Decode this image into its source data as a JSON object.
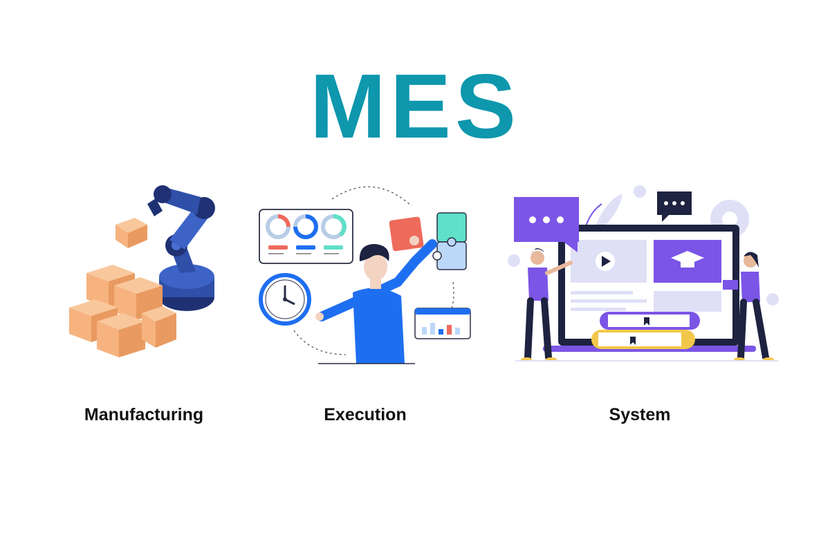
{
  "title": {
    "text": "MES",
    "color": "#0e97ad"
  },
  "columns": [
    {
      "label": "Manufacturing",
      "icon": "robot-arm-boxes-icon"
    },
    {
      "label": "Execution",
      "icon": "person-dashboard-puzzle-icon"
    },
    {
      "label": "System",
      "icon": "laptop-people-books-icon"
    }
  ],
  "colors": {
    "robot_blue": "#2f4fa8",
    "robot_dark": "#1f3173",
    "box_orange": "#f6b37f",
    "box_orange_dark": "#e99a60",
    "person_blue": "#1e6ff0",
    "puzzle_red": "#ee6b5c",
    "puzzle_teal": "#5fe0c8",
    "puzzle_light": "#bcd8f8",
    "system_purple": "#7b55e6",
    "system_light": "#dfe0f6",
    "book_yellow": "#f2c84b",
    "dark_navy": "#1d2340"
  }
}
